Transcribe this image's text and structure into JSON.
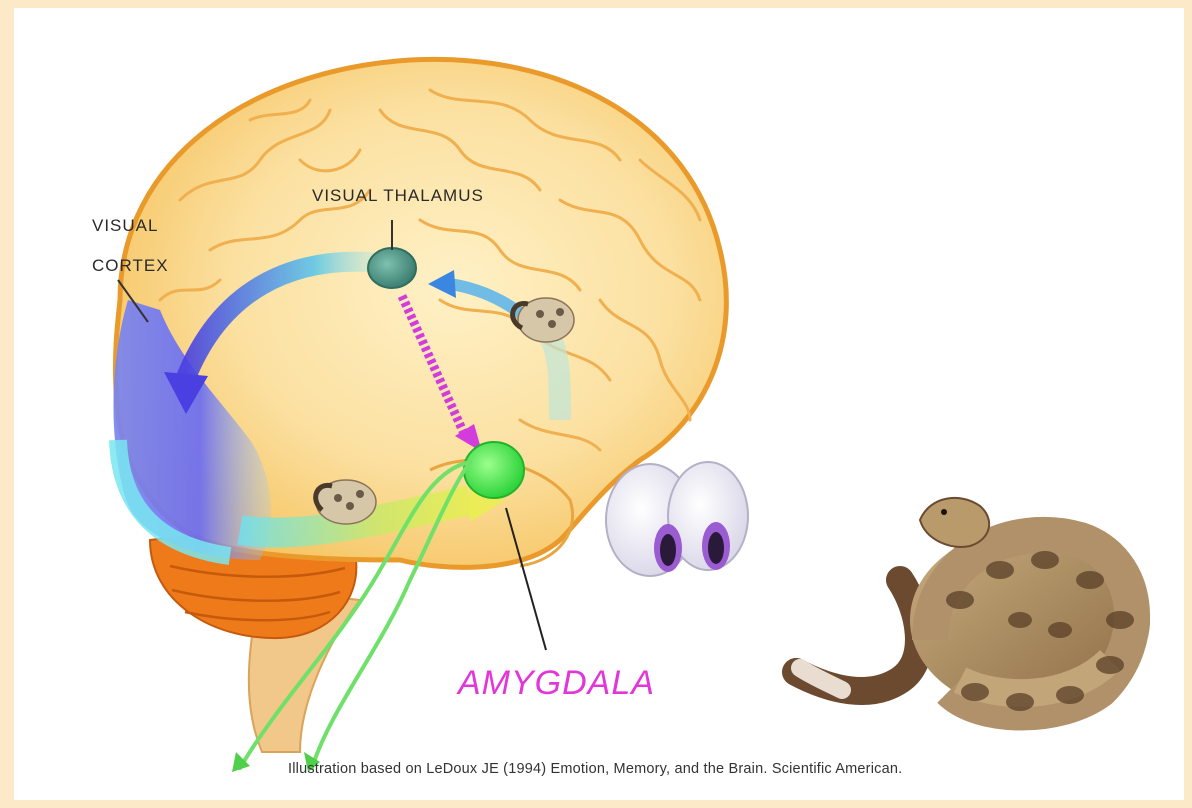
{
  "labels": {
    "visual_thalamus": "VISUAL THALAMUS",
    "visual_cortex_line1": "VISUAL",
    "visual_cortex_line2": "CORTEX",
    "amygdala": "AMYGDALA"
  },
  "caption": "Illustration based on LeDoux JE (1994) Emotion, Memory, and the Brain. Scientific American.",
  "colors": {
    "page_border": "#fbe9c8",
    "brain": "#fbd88a",
    "brain_outline": "#e99a2b",
    "cerebellum": "#ef7a1a",
    "thalamus": "#4f9b8a",
    "amygdala": "#4ee84e",
    "amygdala_label": "#e236d8",
    "pathway_high": "#6a5af0",
    "pathway_low": "#d23cdc",
    "snake": "#a8865a"
  },
  "icons": [
    "brain-illustration",
    "eyes-icon",
    "rattlesnake-image",
    "snake-thumbnail-icon"
  ]
}
